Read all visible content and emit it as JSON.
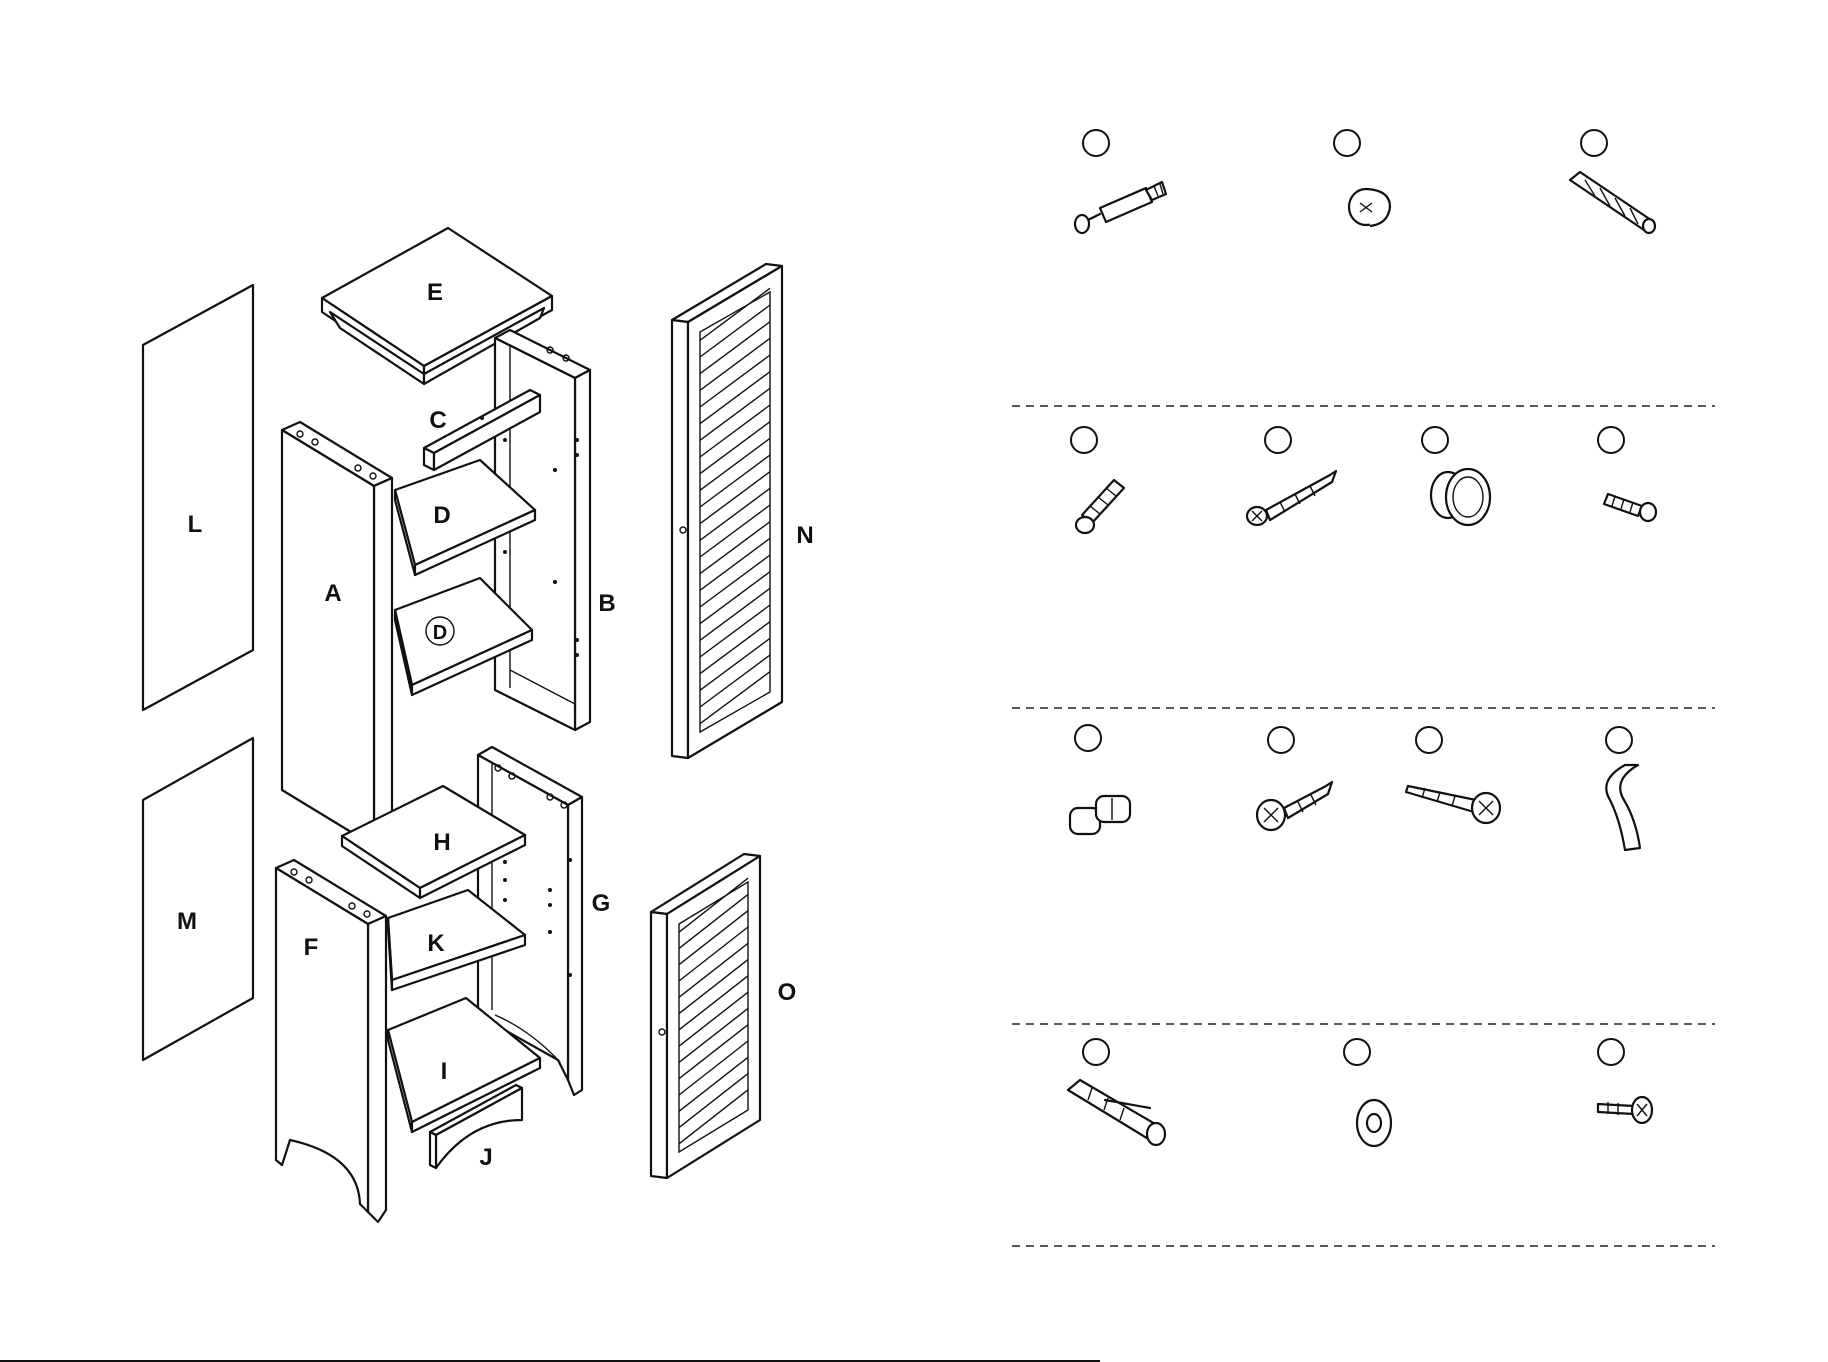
{
  "panel_labels": {
    "A": "A",
    "B": "B",
    "C": "C",
    "D": "D",
    "D2": "D",
    "E": "E",
    "F": "F",
    "G": "G",
    "H": "H",
    "I": "I",
    "J": "J",
    "K": "K",
    "L": "L",
    "M": "M",
    "N": "N",
    "O": "O"
  },
  "hardware_rows": [
    {
      "items": [
        "cam-bolt-icon",
        "cam-lock-icon",
        "wood-dowel-icon"
      ]
    },
    {
      "items": [
        "machine-screw-icon",
        "long-wood-screw-icon",
        "knob-icon",
        "short-bolt-icon"
      ]
    },
    {
      "items": [
        "shelf-pin-icon",
        "short-screw-icon",
        "pan-head-screw-icon",
        "strap-icon"
      ]
    },
    {
      "items": [
        "wall-anchor-icon",
        "washer-icon",
        "small-screw-icon"
      ]
    }
  ]
}
